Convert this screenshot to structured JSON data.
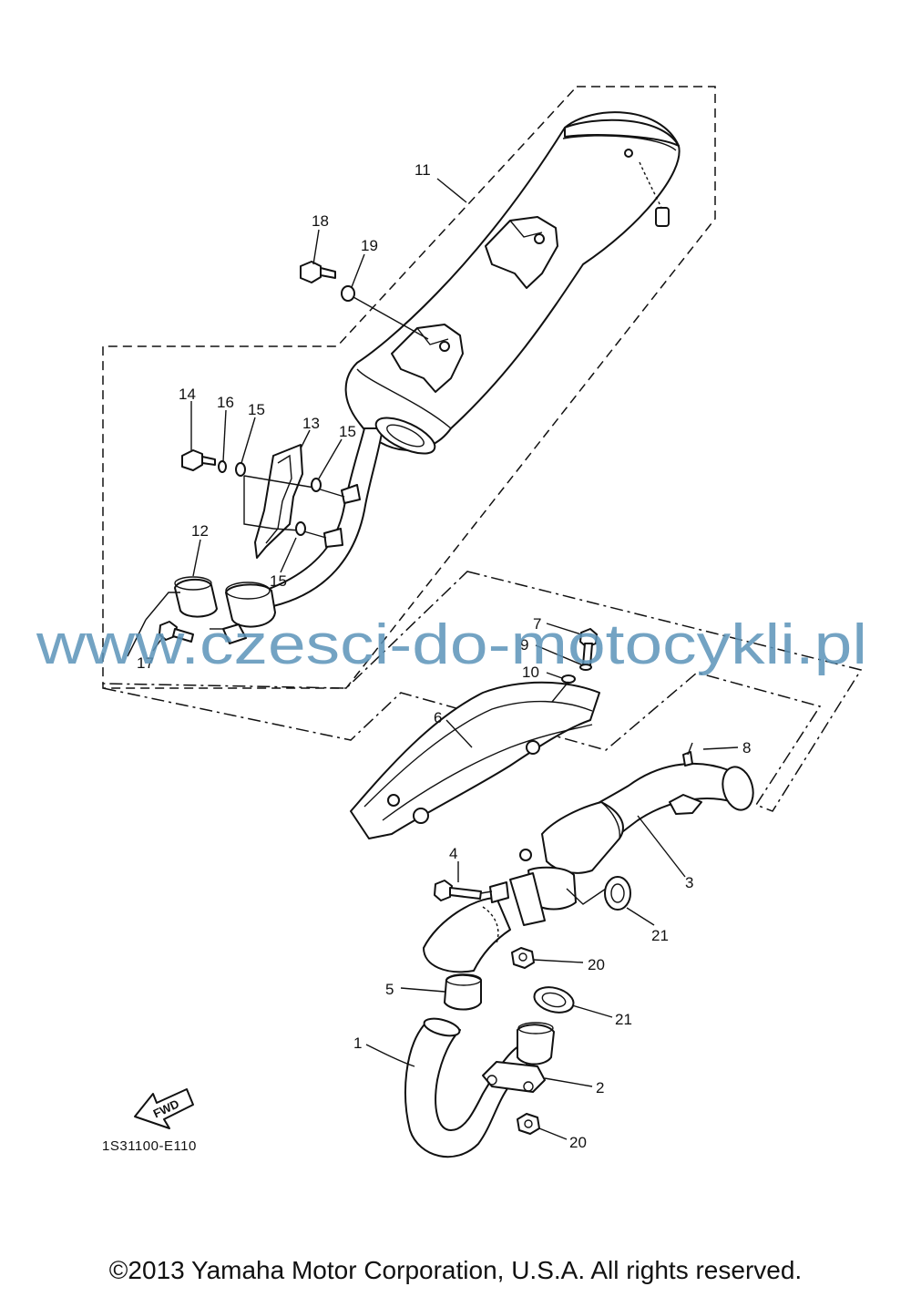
{
  "diagram_code": "1S31100-E110",
  "fwd_label": "FWD",
  "watermark": "www.czesci-do-motocykli.pl",
  "copyright": "©2013 Yamaha Motor Corporation, U.S.A. All rights reserved.",
  "callouts": {
    "c1": "1",
    "c2": "2",
    "c3": "3",
    "c4": "4",
    "c5": "5",
    "c6": "6",
    "c7": "7",
    "c8": "8",
    "c9": "9",
    "c10": "10",
    "c11": "11",
    "c12": "12",
    "c13": "13",
    "c14": "14",
    "c15a": "15",
    "c15b": "15",
    "c15c": "15",
    "c16": "16",
    "c17": "17",
    "c18": "18",
    "c19": "19",
    "c20a": "20",
    "c20b": "20",
    "c21a": "21",
    "c21b": "21"
  }
}
